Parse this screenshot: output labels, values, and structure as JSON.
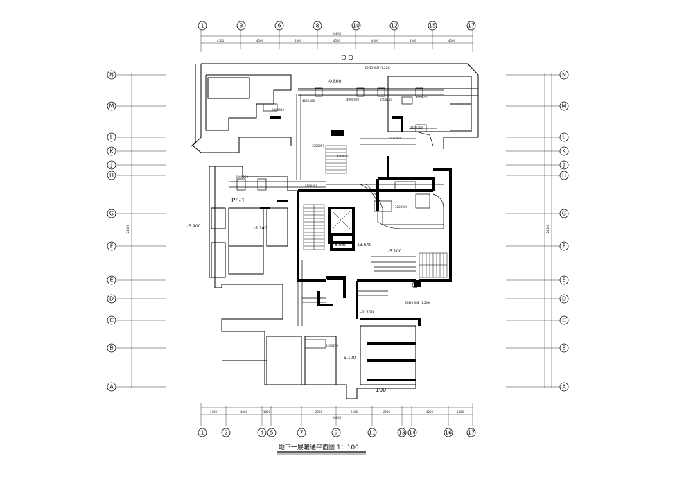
{
  "drawing_title": "地下一层暖通平面图 1：100",
  "axes": {
    "top": [
      "1",
      "3",
      "6",
      "8",
      "10",
      "12",
      "15",
      "17"
    ],
    "bottom": [
      "1",
      "2",
      "4",
      "5",
      "7",
      "9",
      "11",
      "13",
      "14",
      "16",
      "17"
    ],
    "left": [
      "N",
      "M",
      "L",
      "K",
      "J",
      "H",
      "G",
      "F",
      "E",
      "D",
      "C",
      "B",
      "A"
    ],
    "right": [
      "N",
      "M",
      "L",
      "K",
      "J",
      "H",
      "G",
      "F",
      "E",
      "D",
      "C",
      "B",
      "A"
    ]
  },
  "dimensions": {
    "top_overall": "28800",
    "top_spans": [
      "4500",
      "4500",
      "4500",
      "4500",
      "4500",
      "4500",
      "4500"
    ],
    "bottom_overall": "28800",
    "bottom_spans": [
      "3400",
      "4800",
      "1800",
      "2900",
      "2600",
      "2900",
      "4200",
      "3400"
    ],
    "left_overall": "24400",
    "right_overall": "24400"
  },
  "elevations": {
    "west_room": "-3.900",
    "mid_room": "-5.100",
    "stair": "-8.950",
    "core": "-13.640",
    "east_room": "-5.100",
    "lobby": "-1.300",
    "south": "-5.100",
    "north_duct": "-0.800"
  },
  "labels": {
    "fan": "PF-1",
    "bottom_mark": "100",
    "duct_a": "300X400",
    "duct_b": "400X400",
    "duct_c": "250X250",
    "duct_d": "250X200",
    "duct_e": "320X250",
    "duct_f": "400X250",
    "duct_g": "320X200",
    "note_1": "DN25 标高 -1.20米",
    "note_2": "DN25 标高 -1.20米"
  }
}
